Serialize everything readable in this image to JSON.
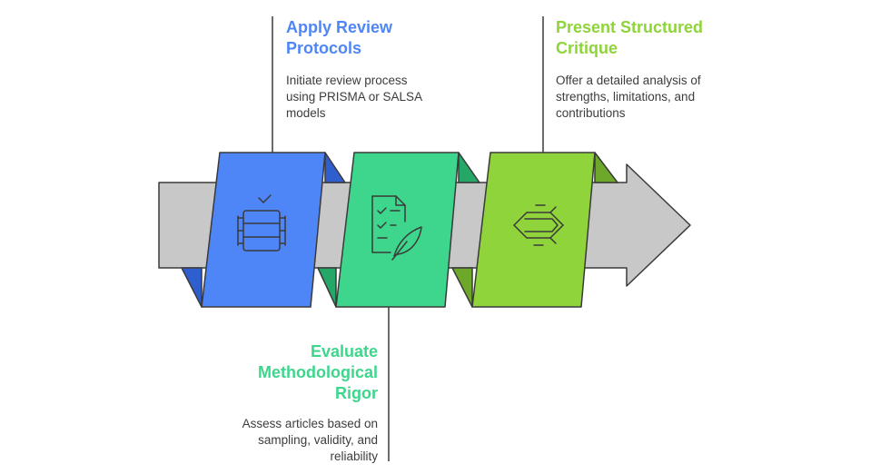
{
  "steps": [
    {
      "title": "Apply Review\nProtocols",
      "description": "Initiate review process\nusing PRISMA or SALSA\nmodels",
      "color": "#4f86f7",
      "icon": "database-check-icon"
    },
    {
      "title": "Evaluate\nMethodological\nRigor",
      "description": "Assess articles based on\nsampling, validity, and\nreliability",
      "color": "#3dd68c",
      "icon": "checklist-feather-icon"
    },
    {
      "title": "Present Structured\nCritique",
      "description": "Offer a detailed analysis of\nstrengths, limitations, and\ncontributions",
      "color": "#8fd43a",
      "icon": "exchange-arrows-icon"
    }
  ],
  "colors": {
    "arrow_body": "#c8c8c8",
    "outline": "#3a3a3a",
    "text": "#3c3c3c"
  }
}
